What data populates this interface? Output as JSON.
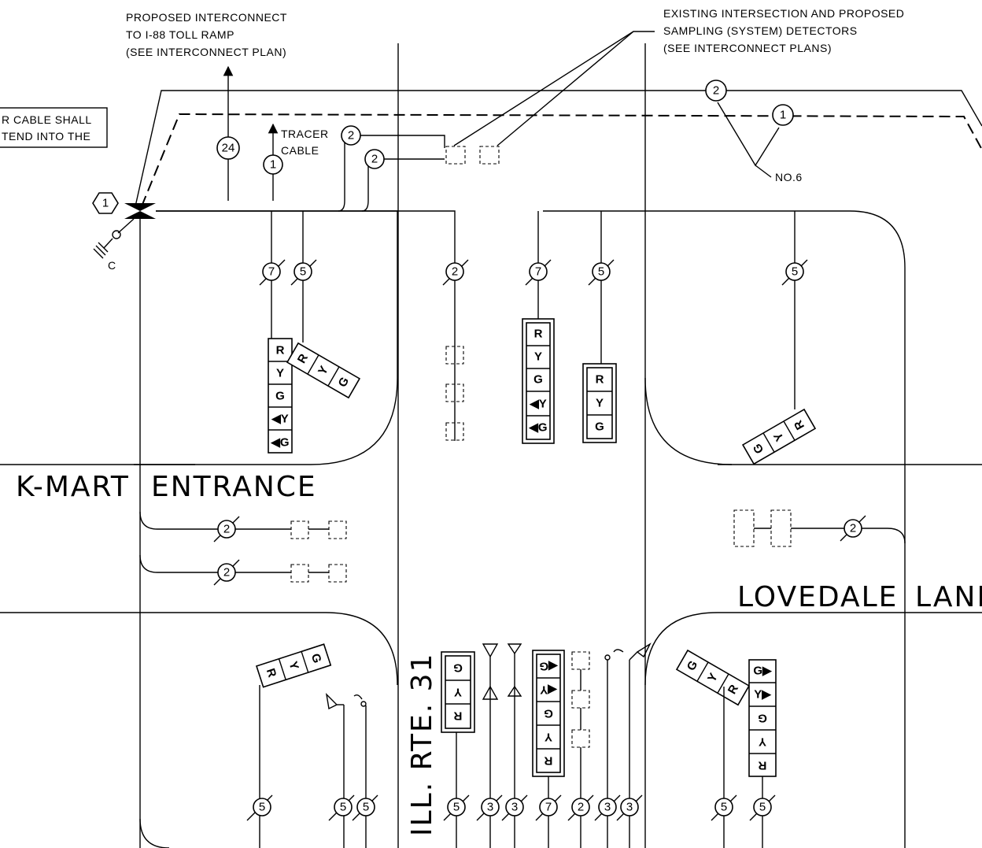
{
  "notes": {
    "interconnect": [
      "PROPOSED INTERCONNECT",
      "TO I-88 TOLL RAMP",
      "(SEE INTERCONNECT PLAN)"
    ],
    "detectors": [
      "EXISTING INTERSECTION AND PROPOSED",
      "SAMPLING (SYSTEM) DETECTORS",
      "(SEE INTERCONNECT PLANS)"
    ],
    "cable_box": [
      "R CABLE SHALL",
      "TEND INTO THE"
    ],
    "tracer": [
      "TRACER",
      "CABLE"
    ],
    "no6": "NO.6",
    "ground": "C"
  },
  "streets": {
    "kmart": "K-MART",
    "entrance": "ENTRANCE",
    "lovedale": "LOVEDALE",
    "lane": "LANE",
    "rte": "ILL. RTE. 31"
  },
  "tags": {
    "t24": "24",
    "t1": "1",
    "t2": "2",
    "t3": "3",
    "t5": "5",
    "t7": "7",
    "hex1": "1"
  },
  "signals": {
    "r": "R",
    "y": "Y",
    "g": "G",
    "arrow_y": "◀Y",
    "arrow_g": "◀G",
    "rarrow_g": "G▶",
    "rarrow_y": "Y▶"
  }
}
